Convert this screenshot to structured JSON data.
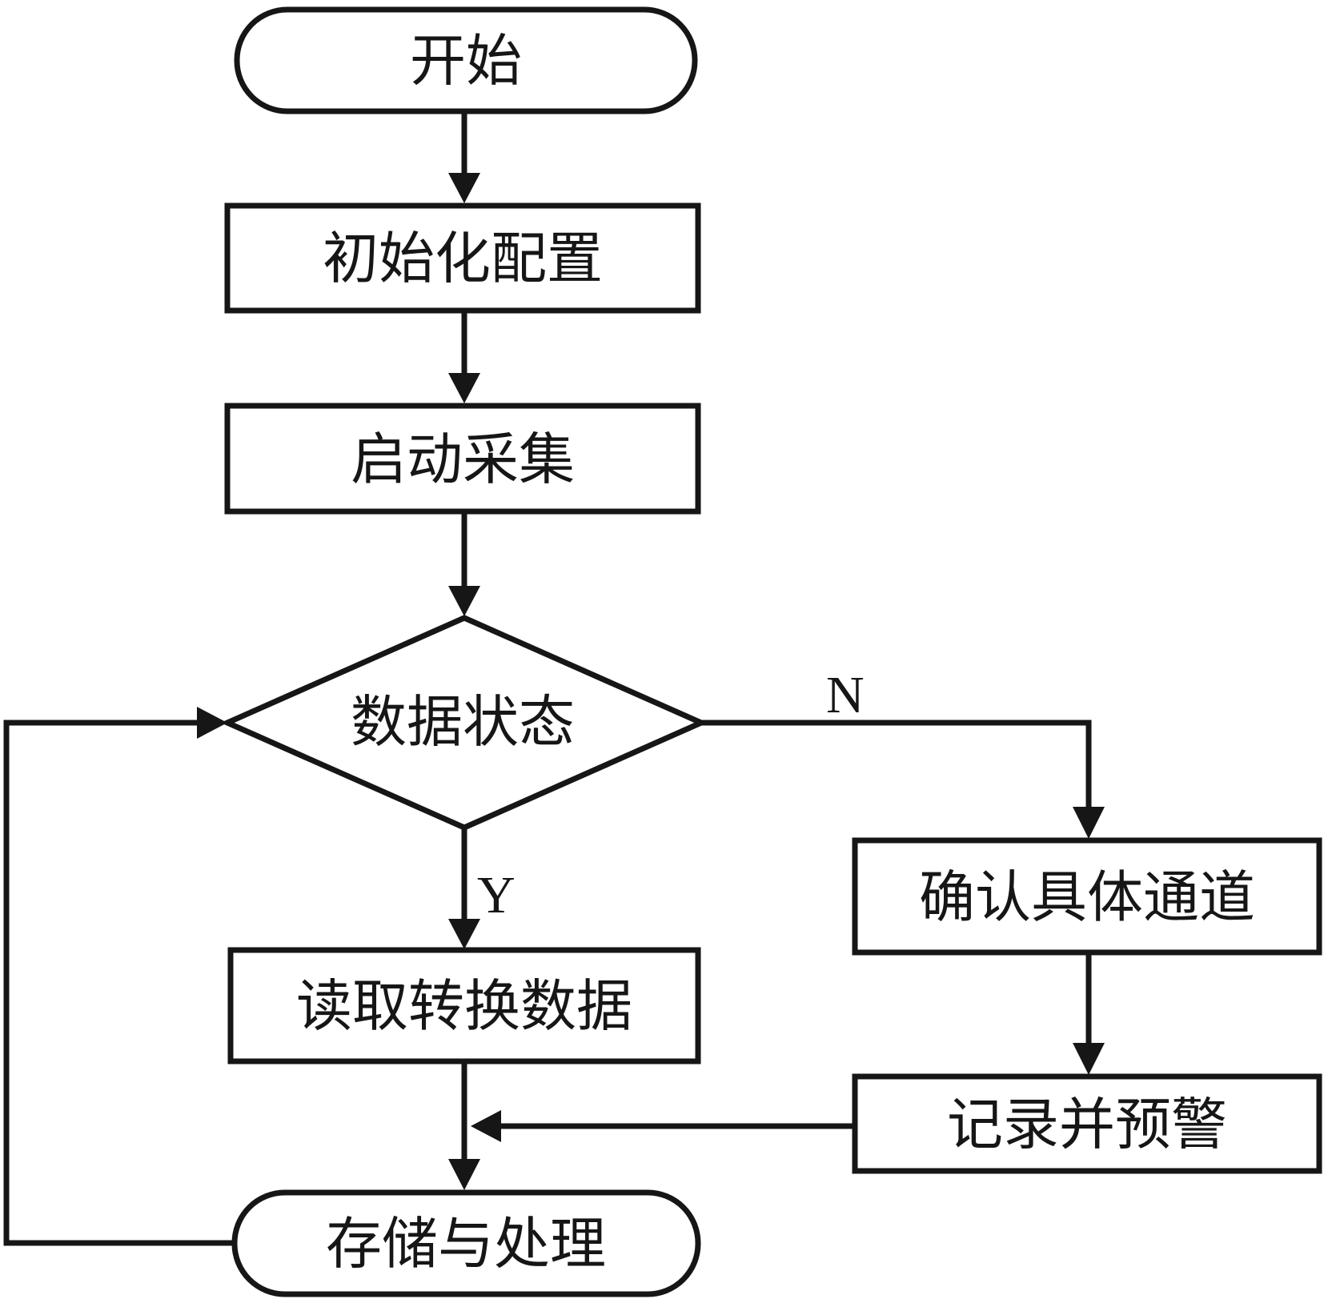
{
  "diagram": {
    "type": "flowchart",
    "background": "#ffffff",
    "stroke_color": "#161616",
    "fill_color": "#ffffff",
    "nodes": {
      "start": {
        "label": "开始",
        "type": "terminator"
      },
      "init": {
        "label": "初始化配置",
        "type": "process"
      },
      "start_capture": {
        "label": "启动采集",
        "type": "process"
      },
      "data_status": {
        "label": "数据状态",
        "type": "decision"
      },
      "read_convert": {
        "label": "读取转换数据",
        "type": "process"
      },
      "confirm_channel": {
        "label": "确认具体通道",
        "type": "process"
      },
      "record_warn": {
        "label": "记录并预警",
        "type": "process"
      },
      "store_process": {
        "label": "存储与处理",
        "type": "terminator"
      }
    },
    "branch_labels": {
      "yes": "Y",
      "no": "N"
    },
    "edges": [
      {
        "from": "start",
        "to": "init"
      },
      {
        "from": "init",
        "to": "start_capture"
      },
      {
        "from": "start_capture",
        "to": "data_status"
      },
      {
        "from": "data_status",
        "to": "read_convert",
        "label": "Y"
      },
      {
        "from": "data_status",
        "to": "confirm_channel",
        "label": "N"
      },
      {
        "from": "confirm_channel",
        "to": "record_warn"
      },
      {
        "from": "record_warn",
        "to": "read_convert_store_junction"
      },
      {
        "from": "read_convert",
        "to": "store_process"
      },
      {
        "from": "store_process",
        "to": "data_status",
        "kind": "loop-back"
      }
    ]
  }
}
